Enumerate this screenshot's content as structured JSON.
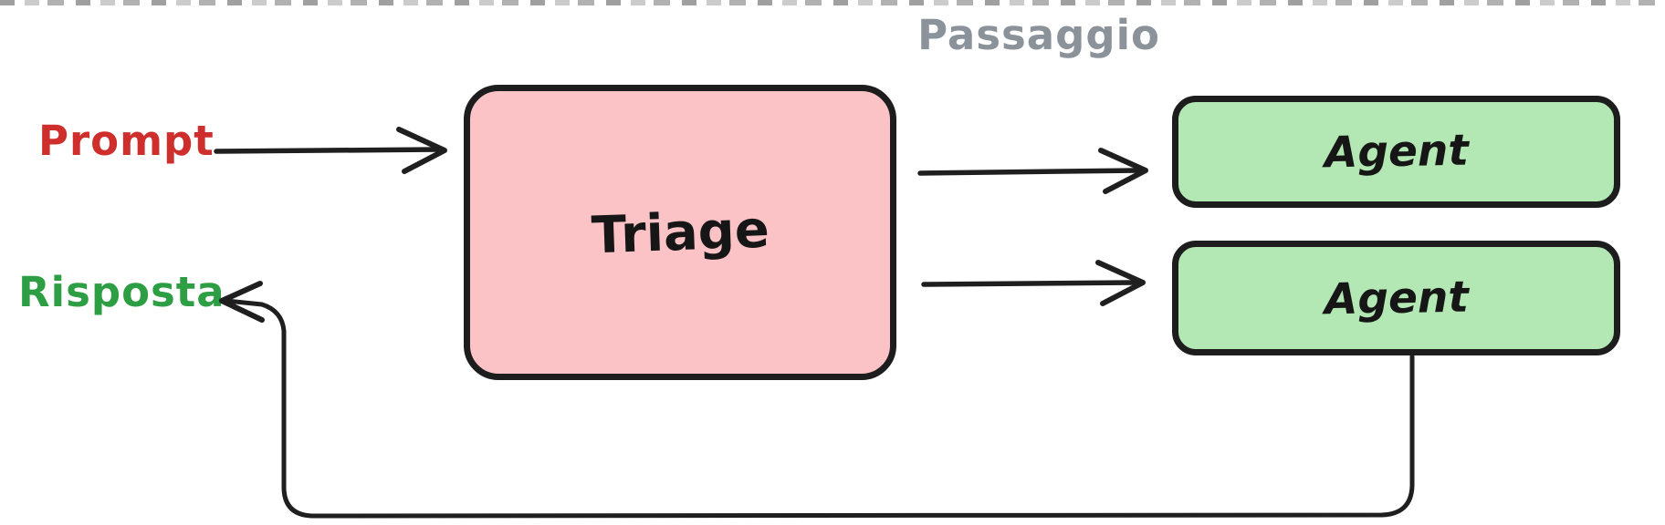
{
  "diagram": {
    "background": "#ffffff",
    "stroke_color": "#1f1f1f",
    "labels": {
      "prompt": {
        "text": "Prompt",
        "color": "#ce2f2d"
      },
      "risposta": {
        "text": "Risposta",
        "color": "#2e9e44"
      },
      "passaggio": {
        "text": "Passaggio",
        "color": "#8b929a"
      }
    },
    "nodes": {
      "triage": {
        "label": "Triage",
        "fill": "#fcc3c6",
        "border": "#1d1d1d"
      },
      "agent_1": {
        "label": "Agent",
        "fill": "#b3e8b5",
        "border": "#1d1d1d"
      },
      "agent_2": {
        "label": "Agent",
        "fill": "#b3e8b5",
        "border": "#1d1d1d"
      }
    },
    "edges": [
      {
        "id": "prompt-to-triage",
        "from": "Prompt",
        "to": "Triage"
      },
      {
        "id": "triage-to-agent-1",
        "from": "Triage",
        "to": "Agent"
      },
      {
        "id": "triage-to-agent-2",
        "from": "Triage",
        "to": "Agent"
      },
      {
        "id": "agent-2-to-risposta",
        "from": "Agent",
        "to": "Risposta"
      }
    ]
  }
}
